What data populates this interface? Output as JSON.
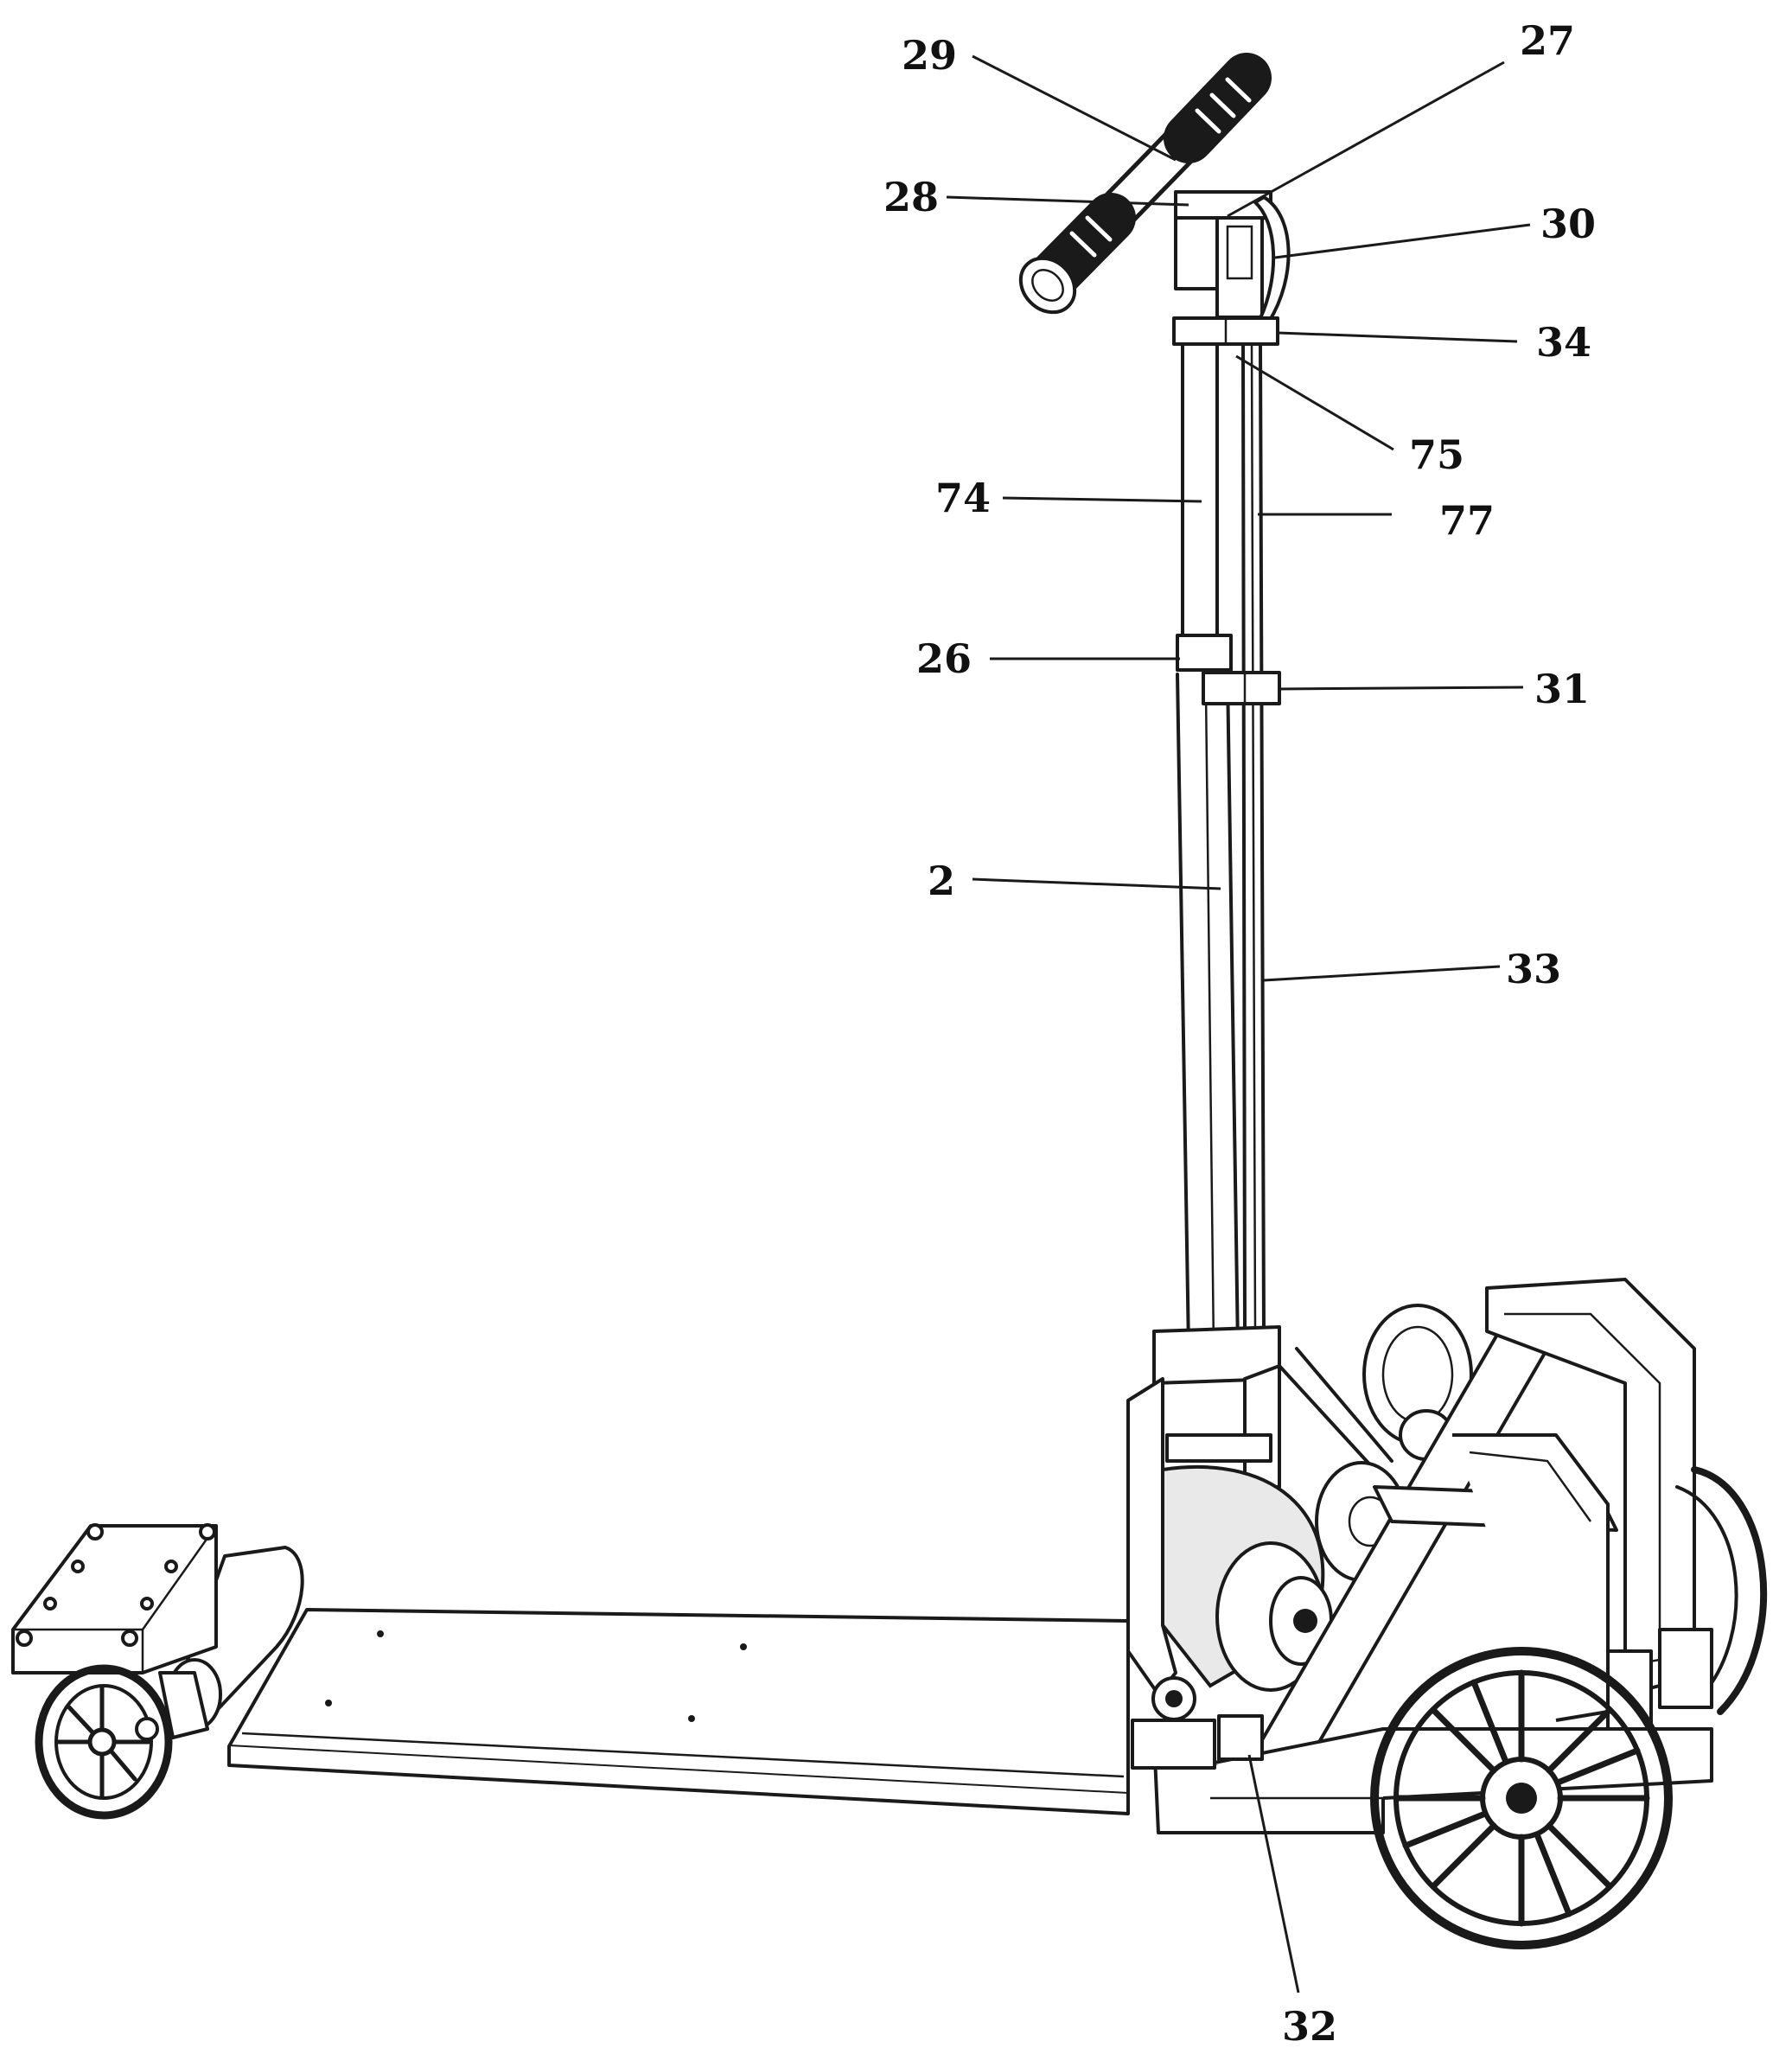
{
  "reference_numerals": {
    "n29": "29",
    "n27": "27",
    "n28": "28",
    "n30": "30",
    "n34": "34",
    "n75": "75",
    "n74": "74",
    "n77": "77",
    "n26": "26",
    "n31": "31",
    "n2": "2",
    "n33": "33",
    "n32": "32"
  }
}
